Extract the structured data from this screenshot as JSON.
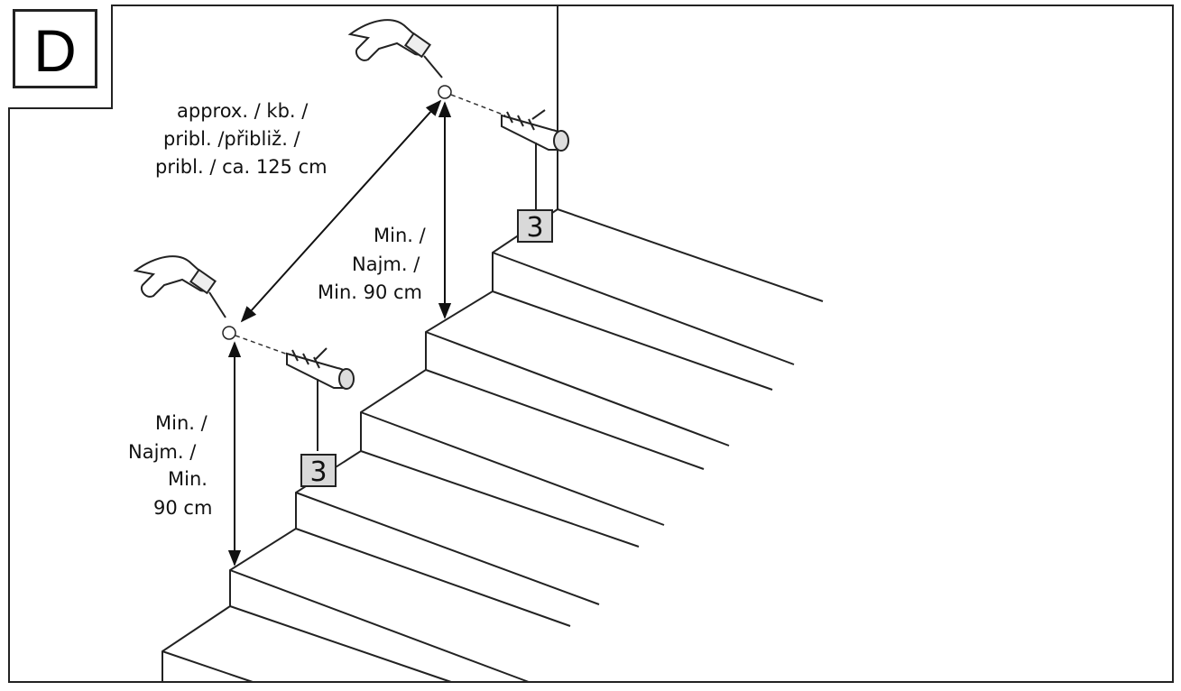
{
  "panel": {
    "letter": "D"
  },
  "labels": {
    "spacing": [
      "approx. / kb. /",
      "pribl. /přibliž. /",
      "pribl. / ca. 125 cm"
    ],
    "height_upper": [
      "Min. /",
      "Najm. /",
      "Min. 90 cm"
    ],
    "height_lower": [
      "Min. /",
      "Najm. /",
      "Min.",
      "90 cm"
    ]
  },
  "callouts": {
    "upper": "3",
    "lower": "3"
  }
}
